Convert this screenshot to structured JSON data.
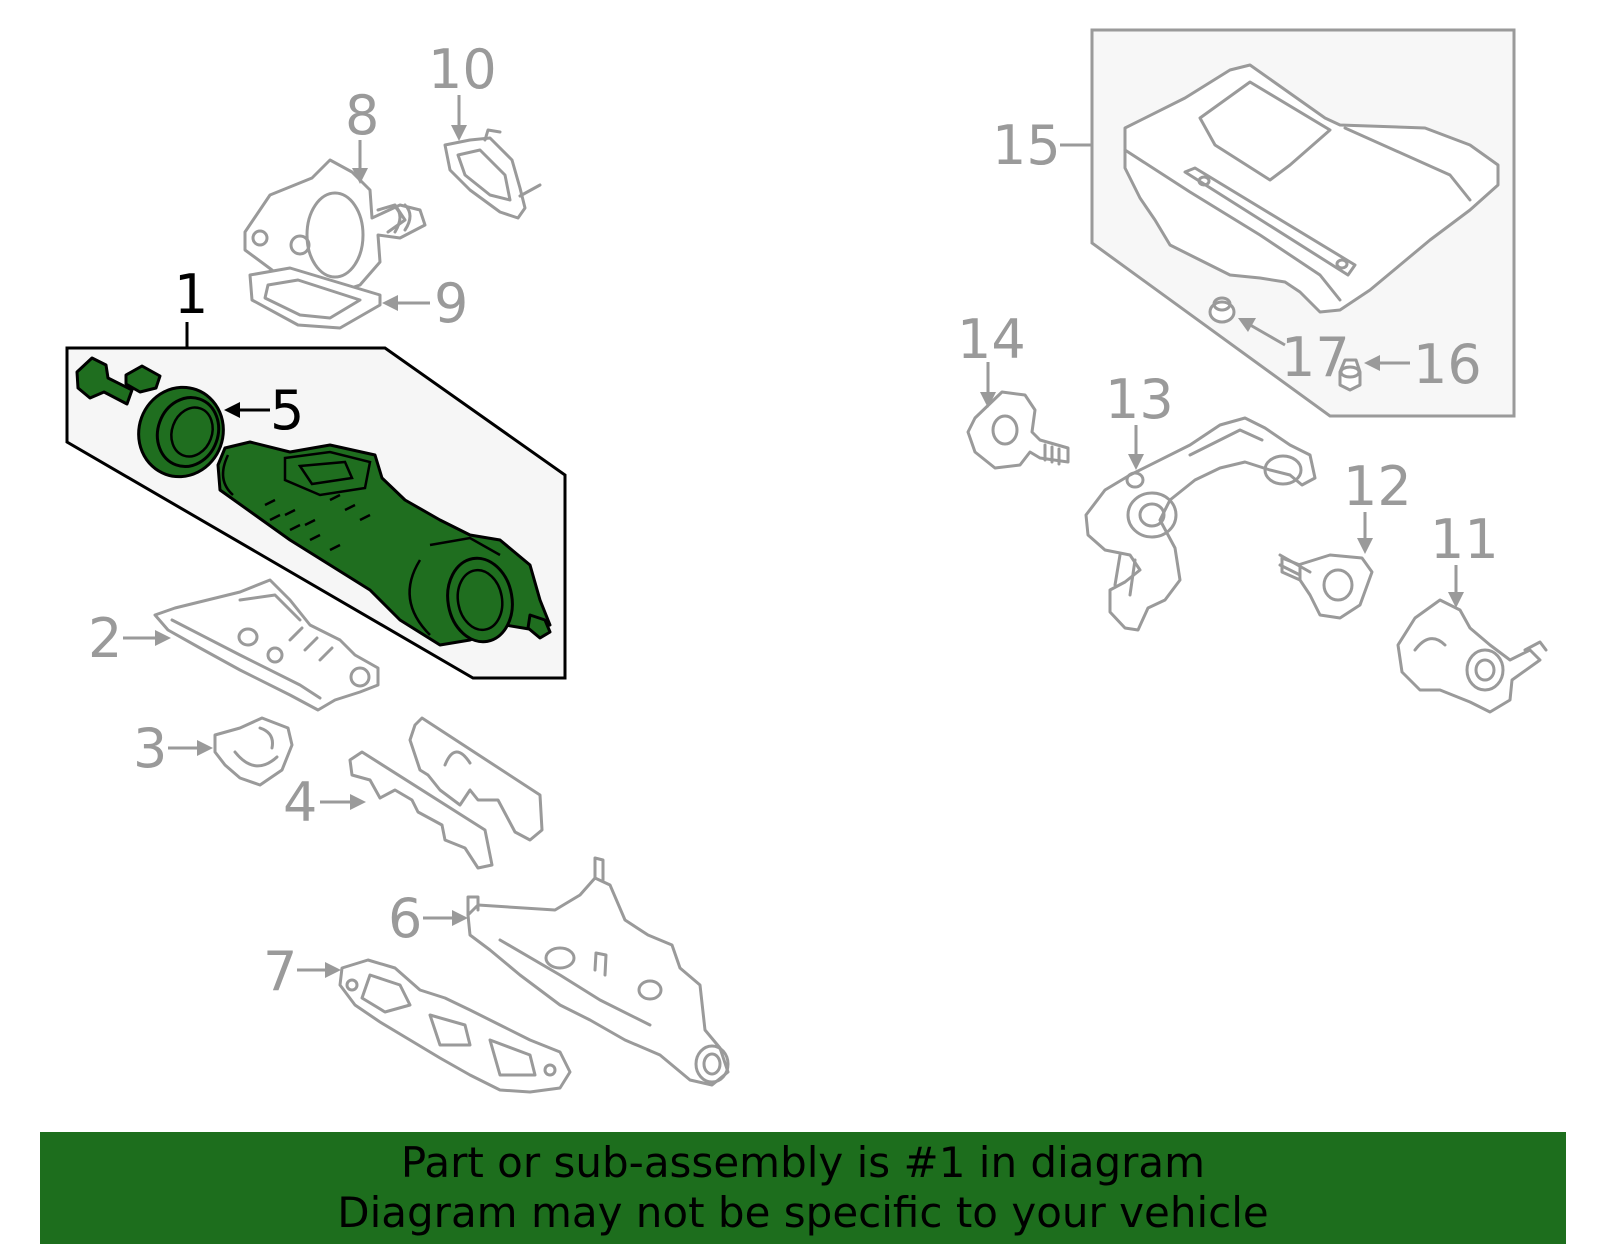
{
  "callouts": {
    "c1": "1",
    "c2": "2",
    "c3": "3",
    "c4": "4",
    "c5": "5",
    "c6": "6",
    "c7": "7",
    "c8": "8",
    "c9": "9",
    "c10": "10",
    "c11": "11",
    "c12": "12",
    "c13": "13",
    "c14": "14",
    "c15": "15",
    "c16": "16",
    "c17": "17"
  },
  "highlight_color": "#1f6e1f",
  "banner": {
    "line1": "Part or sub-assembly is #1 in diagram",
    "line2": "Diagram may not be specific to your vehicle",
    "background": "#1d6e1d"
  }
}
